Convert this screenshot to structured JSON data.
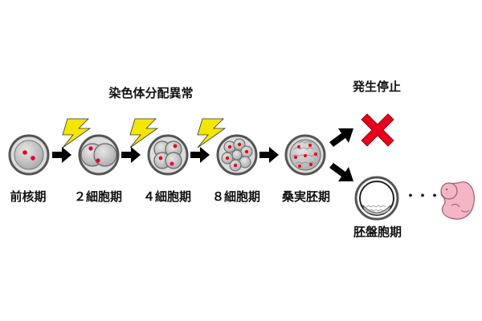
{
  "headers": {
    "chromosome_abnormality": "染色体分配異常",
    "developmental_arrest": "発生停止"
  },
  "stages": [
    {
      "label": "前核期"
    },
    {
      "label": "２細胞期"
    },
    {
      "label": "４細胞期"
    },
    {
      "label": "８細胞期"
    },
    {
      "label": "桑実胚期"
    },
    {
      "label": "胚盤胞期"
    }
  ],
  "continuation": "・・・",
  "icons": {
    "lightning": "lightning-bolt-icon",
    "arrest": "red-x-icon",
    "fetus": "fetus-icon"
  },
  "colors": {
    "lightning": "#f5e600",
    "arrest_x": "#e8001c",
    "nucleus": "#e8001c",
    "cell_fill": "#b8b8b8",
    "fetus": "#f3b6c4",
    "arrow": "#000000"
  }
}
